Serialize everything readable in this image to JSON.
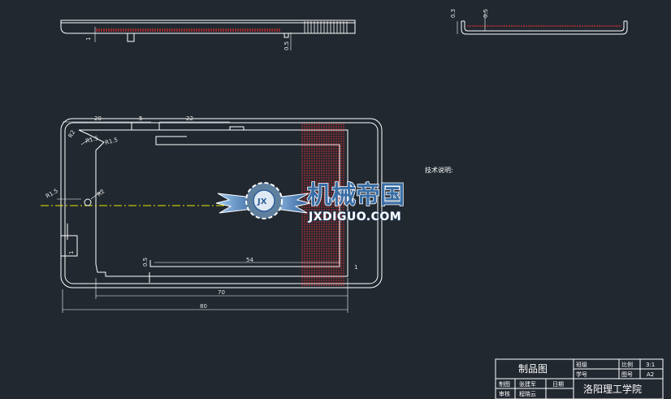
{
  "dimensions": {
    "side_h": "1",
    "side_v": "0.5",
    "top_right_a": "0.3",
    "top_right_b": "0.5",
    "d20": "20",
    "d5": "5",
    "d22": "22",
    "r_a": "R2",
    "r_b": "R1.5",
    "r_c": "R1.5",
    "r_d": "R2",
    "r_e": "R1.5",
    "d05": "0.5",
    "d54": "54",
    "d70": "70",
    "d80": "80",
    "d1": "1",
    "d3": "1"
  },
  "technical_notes_label": "技术说明:",
  "watermark": {
    "cn": "机械帝国",
    "en": "JXDIGUO.COM"
  },
  "title_block": {
    "drawing_name": "制品图",
    "class_label": "班级",
    "student_no_label": "学号",
    "scale_label": "比例",
    "scale_value": "3:1",
    "sheet_label": "图号",
    "sheet_value": "A2",
    "drawn_label": "制图",
    "drawn_name": "张建军",
    "date_label": "日期",
    "review_label": "审核",
    "review_name": "程晓云",
    "school": "洛阳理工学院"
  },
  "colors": {
    "background": "#212830",
    "line": "#ffffff",
    "hidden": "#ff3030",
    "center": "#e8e800"
  }
}
